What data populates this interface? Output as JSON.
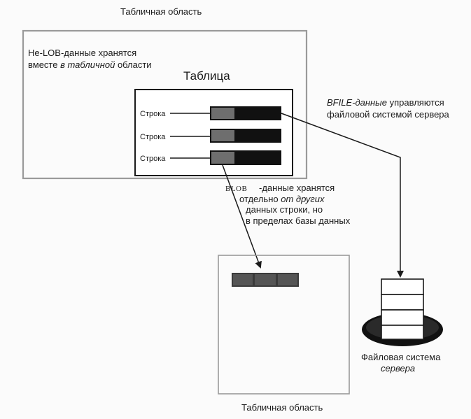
{
  "tablespace_top_label": "Табличная область",
  "tablespace_bottom_label": "Табличная область",
  "nonlob_note": {
    "line1": "Не-LOB-данные хранятся",
    "line2_prefix": "вместе ",
    "line2_italic": "в табличной",
    "line2_suffix": " области"
  },
  "table_title": "Таблица",
  "rows": [
    "Строка",
    "Строка",
    "Строка"
  ],
  "bfile_note": {
    "line1_italic": "BFILE-данные",
    "line1_suffix": " управляются",
    "line2": "файловой системой сервера"
  },
  "blob_note": {
    "code": "BLOB",
    "line1": "-данные хранятся",
    "line2_prefix": "отдельно ",
    "line2_italic": "от других",
    "line3": "данных строки,  но",
    "line4": "в пределах базы данных"
  },
  "filesystem_label": {
    "line1": "Файловая система",
    "line2": "сервера"
  },
  "colors": {
    "ink": "#1a1a1a",
    "lob_gray": "#6e6e6e",
    "lob_dark": "#111111",
    "frame_gray": "#9a9a9a"
  }
}
